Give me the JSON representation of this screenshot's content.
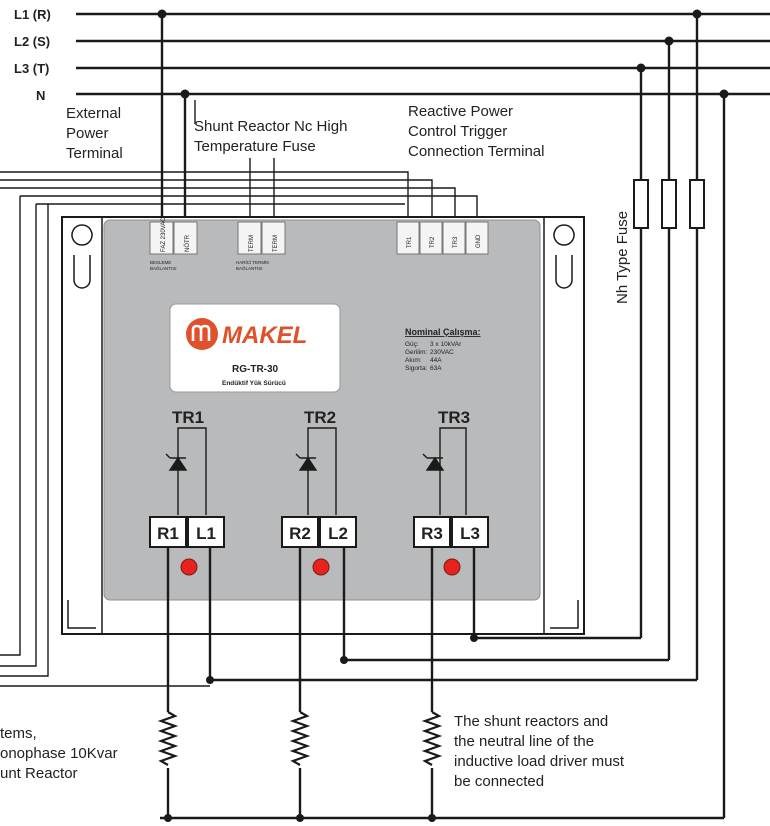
{
  "lines": [
    {
      "id": "l1",
      "label": "L1 (R)"
    },
    {
      "id": "l2",
      "label": "L2 (S)"
    },
    {
      "id": "l3",
      "label": "L3 (T)"
    },
    {
      "id": "n",
      "label": "N"
    }
  ],
  "annotations": {
    "external_power": [
      "External",
      "Power",
      "Terminal"
    ],
    "shunt_fuse": [
      "Shunt Reactor Nc High",
      "Temperature Fuse"
    ],
    "reactive_power": [
      "Reactive Power",
      "Control Trigger",
      "Connection Terminal"
    ],
    "nh_fuse": "Nh Type Fuse",
    "left_note": [
      "tems,",
      "onophase 10Kvar",
      "unt Reactor"
    ],
    "right_note": [
      "The shunt reactors and",
      "the neutral line of the",
      "inductive load driver must",
      "be connected"
    ]
  },
  "terminals": {
    "power": [
      "FAZ\n230VAC",
      "NÖTR"
    ],
    "power_caption": [
      "BESLEME",
      "BAĞLANTISI"
    ],
    "temp": [
      "TERM",
      "TERM"
    ],
    "temp_caption": [
      "HARİCİ TERMİK",
      "BAĞLANTISI"
    ],
    "trigger": [
      "TR1",
      "TR2",
      "TR3",
      "GND"
    ]
  },
  "device": {
    "brand": "MAKEL",
    "model": "RG-TR-30",
    "subtitle": "Endüktif Yük Sürücü",
    "spec_title": "Nominal Çalışma:",
    "specs": [
      {
        "k": "Güç:",
        "v": "3 x 10kVAr"
      },
      {
        "k": "Gerilim:",
        "v": "230VAC"
      },
      {
        "k": "Akım:",
        "v": "44A"
      },
      {
        "k": "Sigorta:",
        "v": "63A"
      }
    ],
    "channels": [
      {
        "name": "TR1",
        "r": "R1",
        "l": "L1"
      },
      {
        "name": "TR2",
        "r": "R2",
        "l": "L2"
      },
      {
        "name": "TR3",
        "r": "R3",
        "l": "L3"
      }
    ],
    "led_color": "#e8231d",
    "panel_color": "#b9babb",
    "brand_color": "#e0502a"
  }
}
